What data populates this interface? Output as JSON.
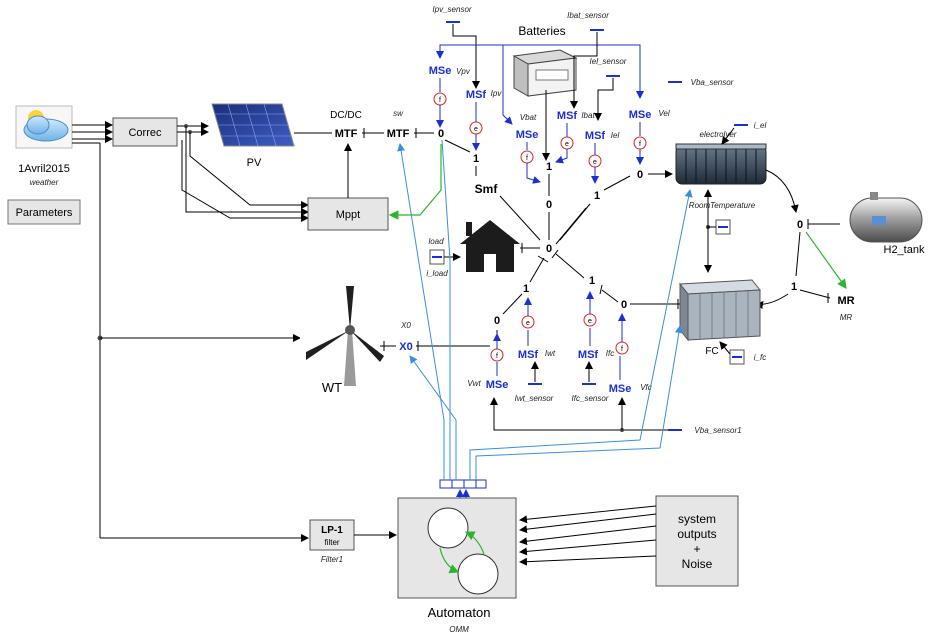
{
  "weather": {
    "name": "1Avril2015",
    "caption": "weather"
  },
  "parameters_label": "Parameters",
  "correc_label": "Correc",
  "pv_label": "PV",
  "dcdc_label": "DC/DC",
  "mppt_label": "Mppt",
  "sw_label": "sw",
  "wt_label": "WT",
  "x0_label": "X0",
  "batteries_label": "Batteries",
  "smf_label": "Smf",
  "electrolyser_label": "electrolyer",
  "room_temp_label": "RoomTemperature",
  "fc_label": "FC",
  "h2tank_label": "H2_tank",
  "mr_label": "MR",
  "automaton": {
    "label": "Automaton",
    "caption": "OMM"
  },
  "filter": {
    "name": "LP-1",
    "sub": "filter",
    "caption": "Filter1"
  },
  "system_box": {
    "line1": "system",
    "line2": "outputs",
    "line3": "+",
    "line4": "Noise"
  },
  "bond_elements": {
    "mtf": "MTF",
    "mse": "MSe",
    "msf": "MSf",
    "zero": "0",
    "one": "1"
  },
  "signal_labels": {
    "ipv_sensor": "Ipv_sensor",
    "vpv": "Vpv",
    "ipv": "Ipv",
    "vbat": "Vbat",
    "ibat_sensor": "Ibat_sensor",
    "iel_sensor": "Iel_sensor",
    "ibat": "Ibat",
    "iel": "Iel",
    "vba_sensor": "Vba_sensor",
    "vel": "Vel",
    "i_el": "i_el",
    "load": "load",
    "i_load": "i_load",
    "iwt": "Iwt",
    "iwt_sensor": "Iwt_sensor",
    "vwt": "Vwt",
    "ifc": "Ifc",
    "ifc_sensor": "Ifc_sensor",
    "vfc": "Vfc",
    "vba_sensor1": "Vba_sensor1",
    "i_fc": "i_fc"
  },
  "detector_glyphs": {
    "f": "f",
    "e": "e"
  },
  "colors": {
    "signal_blue": "#1a2fd6",
    "link_lightblue": "#3a8fdc",
    "green": "#2bb52b",
    "box": "#e6e6e6"
  }
}
